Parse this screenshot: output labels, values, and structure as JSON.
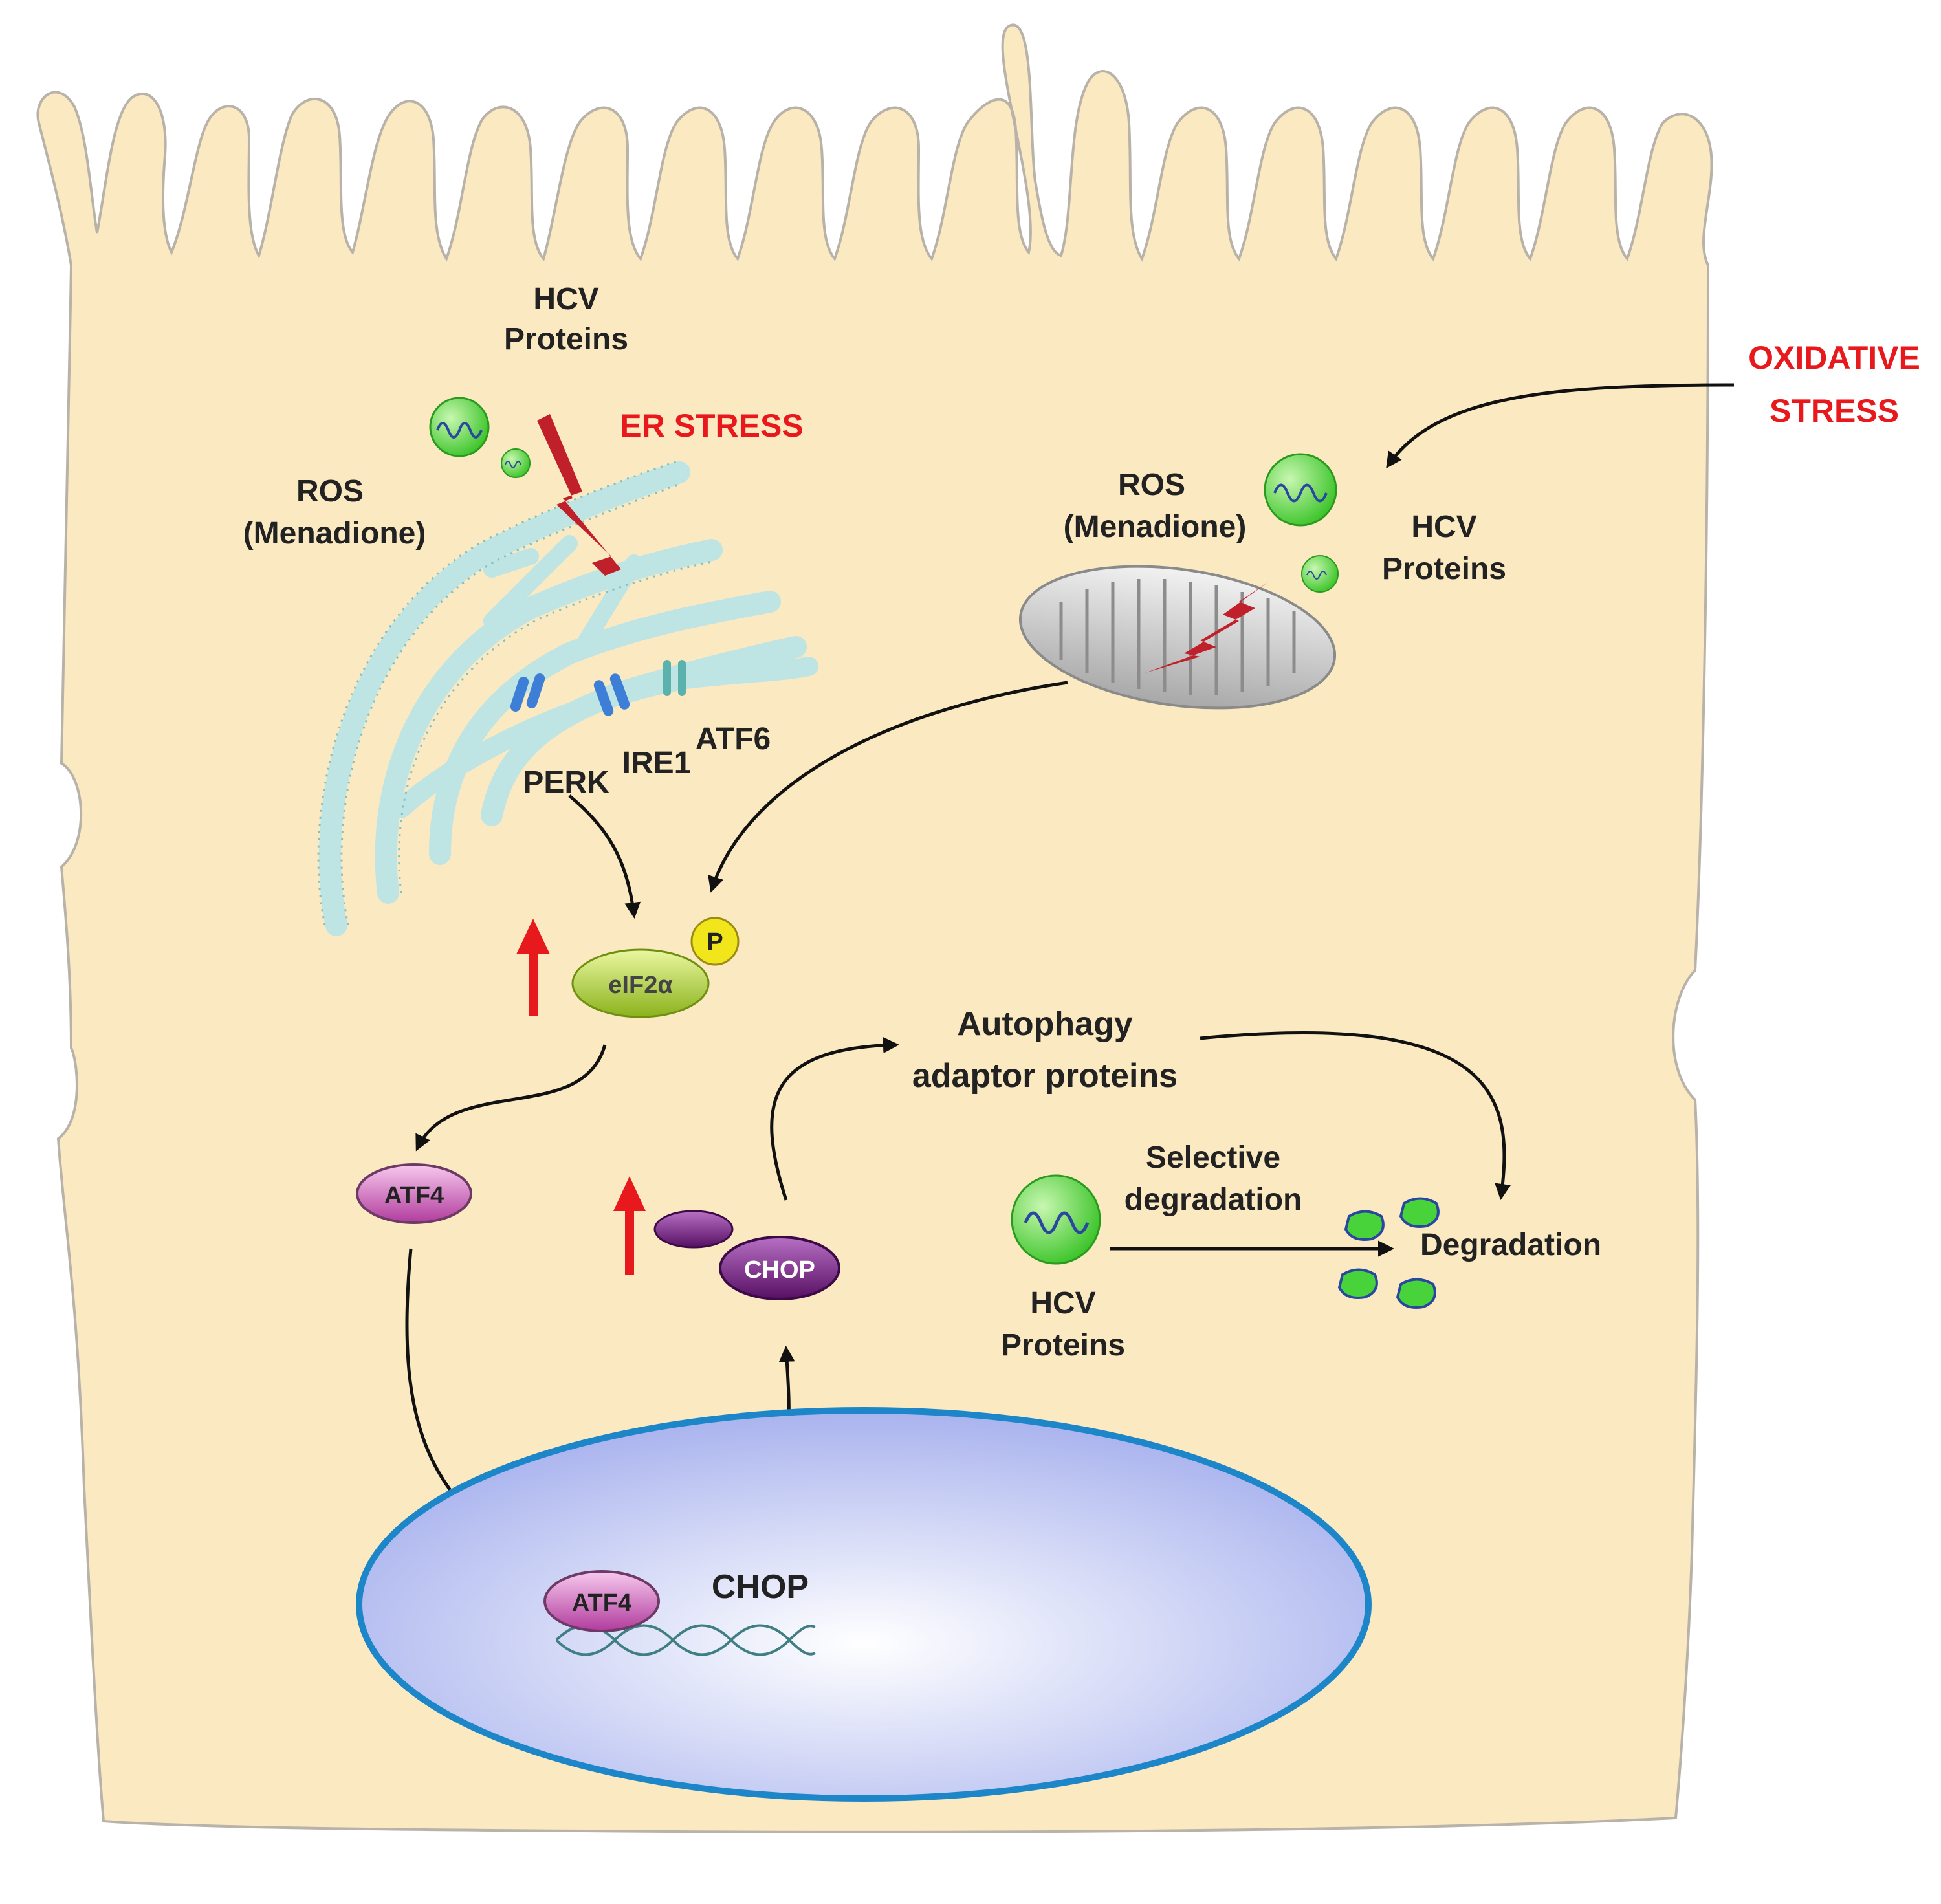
{
  "labels": {
    "hcv_proteins_er_line1": "HCV",
    "hcv_proteins_er_line2": "Proteins",
    "er_stress": "ER STRESS",
    "ros_er_line1": "ROS",
    "ros_er_line2": "(Menadione)",
    "oxidative_stress_line1": "OXIDATIVE",
    "oxidative_stress_line2": "STRESS",
    "ros_mito_line1": "ROS",
    "ros_mito_line2": "(Menadione)",
    "hcv_proteins_mito_line1": "HCV",
    "hcv_proteins_mito_line2": "Proteins",
    "perk": "PERK",
    "ire1": "IRE1",
    "atf6": "ATF6",
    "eif2a": "eIF2α",
    "phospho": "P",
    "atf4": "ATF4",
    "chop_protein": "CHOP",
    "autophagy_line1": "Autophagy",
    "autophagy_line2": "adaptor  proteins",
    "selective_line1": "Selective",
    "selective_line2": "degradation",
    "degradation": "Degradation",
    "hcv_proteins_deg_line1": "HCV",
    "hcv_proteins_deg_line2": "Proteins",
    "atf4_nucleus": "ATF4",
    "chop_gene": "CHOP"
  },
  "colors": {
    "cell_fill": "#fbe9c2",
    "cell_stroke": "#b8b2a8",
    "stress_red": "#e8191c",
    "er_fill": "#bfe4e4",
    "nucleus_fill": "#c6cdf2",
    "nucleus_stroke": "#1d86c8",
    "eif2a_fill": "#b5d726",
    "atf4_fill": "#d965c2",
    "chop_fill": "#7a1f86",
    "hcv_green": "#5fd843"
  }
}
